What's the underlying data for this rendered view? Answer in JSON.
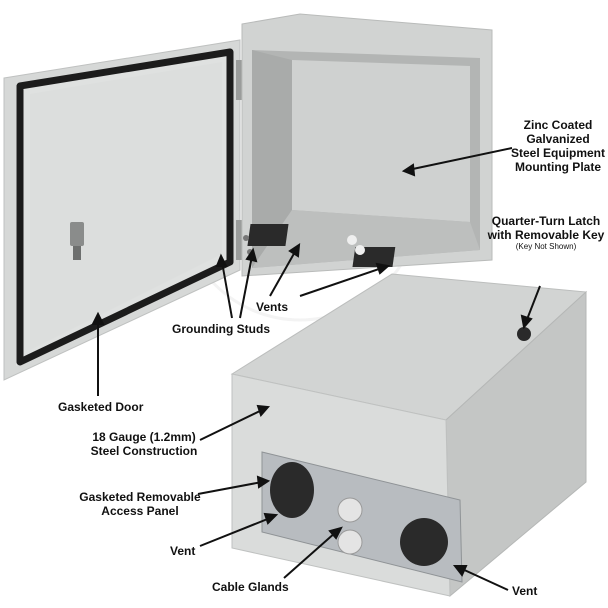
{
  "labels": {
    "mounting_plate": [
      "Zinc Coated",
      "Galvanized",
      "Steel Equipment",
      "Mounting Plate"
    ],
    "latch": [
      "Quarter-Turn Latch",
      "with Removable Key"
    ],
    "latch_note": "(Key Not Shown)",
    "vents_top": "Vents",
    "grounding_studs": "Grounding Studs",
    "gasketed_door": "Gasketed Door",
    "gauge": [
      "18 Gauge (1.2mm)",
      "Steel Construction"
    ],
    "access_panel": [
      "Gasketed Removable",
      "Access Panel"
    ],
    "vent_left": "Vent",
    "cable_glands": "Cable Glands",
    "vent_right": "Vent"
  },
  "colors": {
    "enclosure": "#d9dbda",
    "enclosure_dark": "#c4c6c5",
    "gasket": "#1c1c1c",
    "panel_steel": "#b8bcc0",
    "vent_hole": "#2a2a2a",
    "watermark": "#ededed"
  }
}
